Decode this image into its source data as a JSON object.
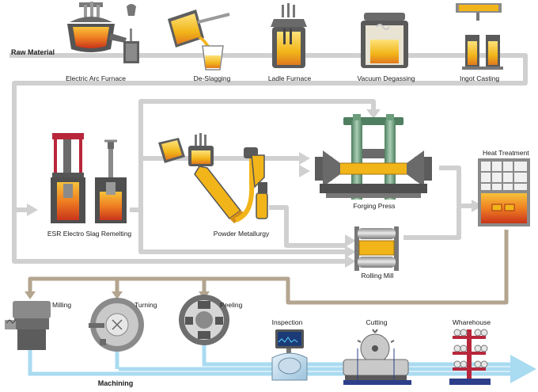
{
  "labels": {
    "raw_material": "Raw Material",
    "electric_arc_furnace": "Electric Arc Furnace",
    "de_slagging": "De-Slagging",
    "ladle_furnace": "Ladle Furnace",
    "vacuum_degassing": "Vacuum Degassing",
    "ingot_casting": "Ingot Casting",
    "esr": "ESR Electro Slag Remelting",
    "powder_metallurgy": "Powder Metallurgy",
    "forging_press": "Forging Press",
    "heat_treatment": "Heat Treatment",
    "rolling_mill": "Rolling Mill",
    "milling": "Milling",
    "turning": "Turning",
    "peeling": "Peeling",
    "inspection": "Inspection",
    "cutting": "Cutting",
    "wharehouse": "Wharehouse",
    "machining": "Machining"
  },
  "colors": {
    "flow_gray": "#d0d0d0",
    "flow_brown": "#b3a58f",
    "flow_blue": "#a9dbf1",
    "molten": "#f2b519",
    "molten_hot": "#e2541e",
    "steel_dark": "#5c5c5c",
    "press_green": "#7ea98b"
  }
}
